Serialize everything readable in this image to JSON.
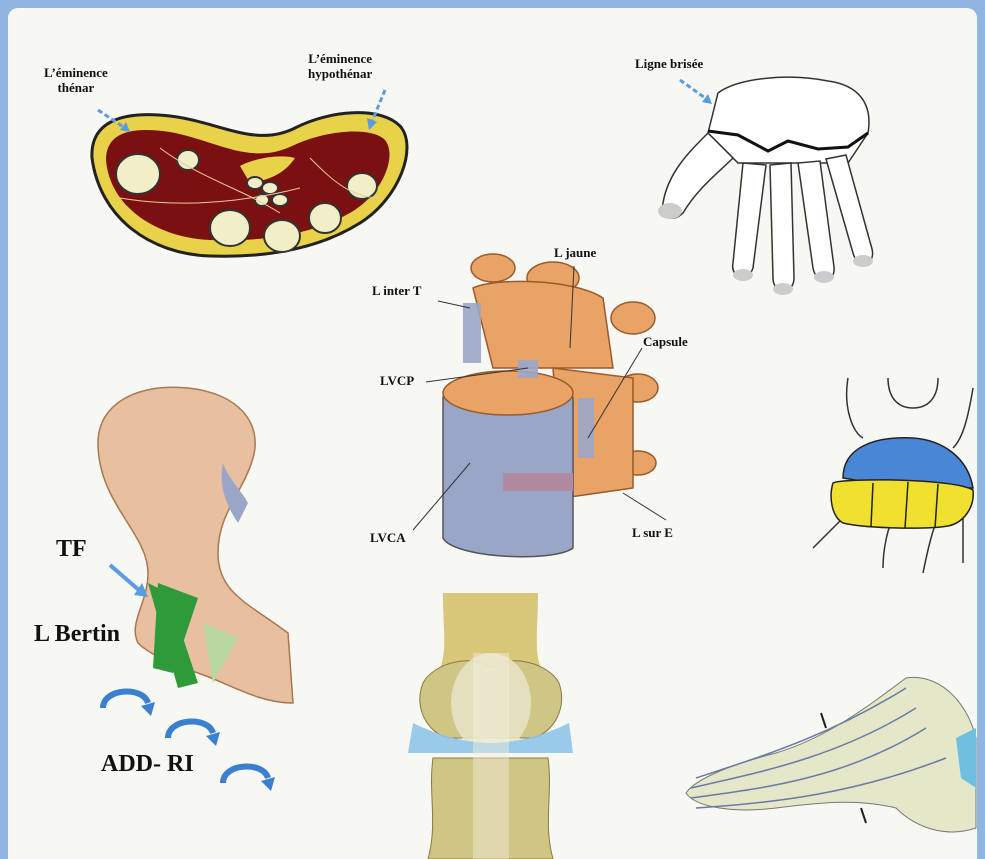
{
  "labels": {
    "eminence_thenar": "L’éminence\nthénar",
    "eminence_hypothenar": "L’éminence\nhypothénar",
    "ligne_brisee": "Ligne brisée",
    "l_jaune": "L jaune",
    "l_inter_t": "L inter T",
    "capsule": "Capsule",
    "lvcp": "LVCP",
    "lvca": "LVCA",
    "l_sur_e": "L sur E",
    "tf": "TF",
    "l_bertin": "L Bertin",
    "add_ri": "ADD- RI"
  },
  "colors": {
    "frame_blue": "#8fb6e0",
    "muscle_red": "#7a1010",
    "fat_yellow": "#e8d24a",
    "bone_orange": "#e9a366",
    "ligament_blue": "#9aa6c8",
    "carpal_blue": "#4a86d6",
    "carpal_yellow": "#f0e030",
    "arrow_blue": "#5b9be0",
    "ligament_green": "#2e9a3a"
  }
}
